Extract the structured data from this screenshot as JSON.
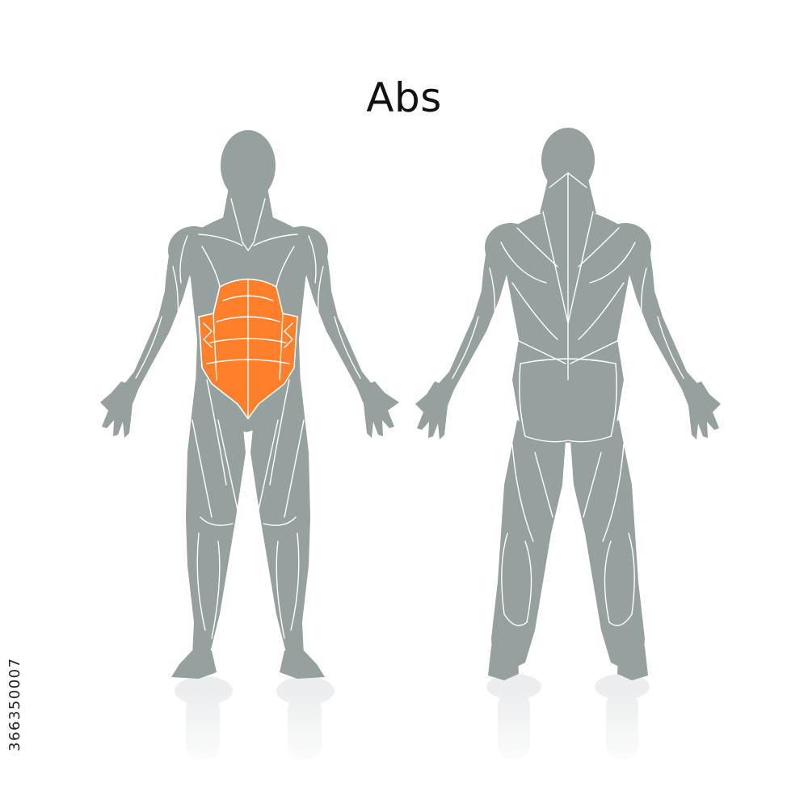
{
  "title": "Abs",
  "highlighted_muscle": "abs",
  "stock_id": "366350007",
  "colors": {
    "body": "#95a09f",
    "highlight": "#ff7f2a",
    "muscle_lines": "#ffffff",
    "reflection": "#e9eced",
    "background": "#ffffff"
  },
  "views": [
    "front",
    "back"
  ]
}
